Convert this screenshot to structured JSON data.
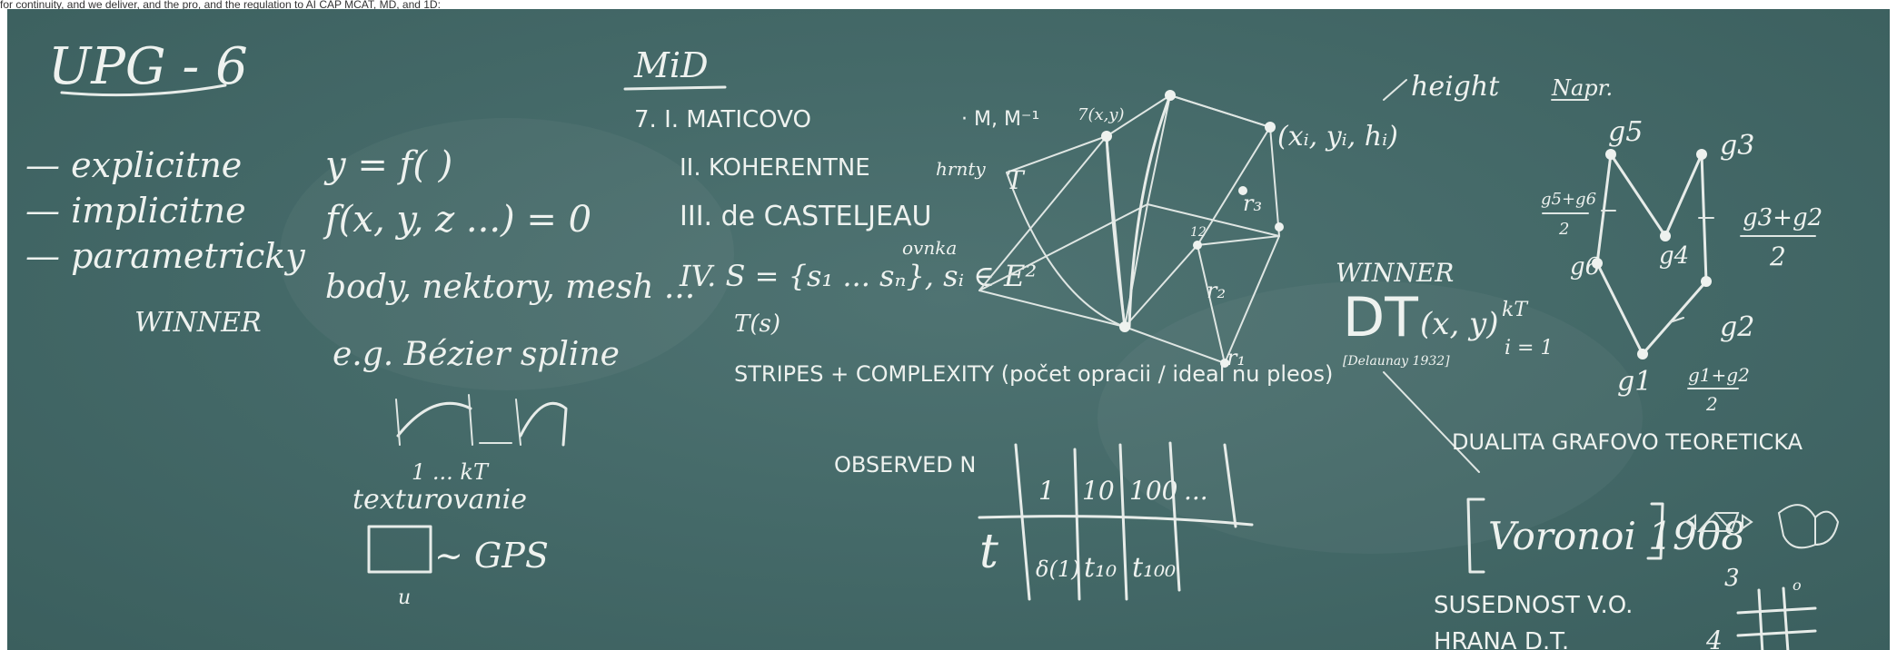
{
  "header_text": "for continuity, and we deliver, and the pro, and the regulation to AI CAP MCAT, MD, and 1D:",
  "board": {
    "title": "UPG - 6",
    "left": {
      "item1": "— explicitne",
      "item2": "— implicitne",
      "item3": "— parametricky",
      "formula1": "y = f( )",
      "formula2": "f(x, y, z ...) = 0",
      "winner": "WINNER",
      "formula3": "body, nektory, mesh ...",
      "example": "e.g. Bézier spline",
      "seq": "1  ...  kT",
      "texturing": "texturovanie",
      "gps": "~ GPS",
      "box_label": "u"
    },
    "middle": {
      "heading": "MiD",
      "row1": "7.  I. MATICOVO",
      "row1_note": "· M, M⁻¹",
      "row2": "II. KOHERENTNE",
      "row2_note": "hrnty",
      "row3": "III. de CASTELJEAU",
      "row3_note": "ovnka",
      "row4": "IV.  S = {s₁ ... sₙ}, sᵢ ∈ E²",
      "t_of_s": "T(s)",
      "stripes": "STRIPES + COMPLEXITY (počet opracii / ideal nu pleos)",
      "observed": "OBSERVED N",
      "t_label": "t",
      "table_top": [
        "1",
        "10",
        "100",
        "..."
      ],
      "table_bottom": [
        "δ(1)",
        "t₁₀",
        "t₁₀₀"
      ]
    },
    "graph": {
      "label_T": "T",
      "label_xyh": "(xᵢ, yᵢ, hᵢ)",
      "height": "height",
      "r3": "r₃",
      "r2": "r₂",
      "r1": "r₁",
      "n12": "12",
      "top_left": "7(x,y)"
    },
    "right": {
      "winner": "WINNER",
      "dt": "DT",
      "dt_args": "(x, y)",
      "kt": "kT",
      "i1": "i = 1",
      "delaunay": "[Delaunay 1932]",
      "dualita": "DUALITA GRAFOVO TEORETICKA",
      "voronoi": "Voronoi 1908",
      "susednost": "SUSEDNOST V.O.",
      "hrana": "HRANA D.T.",
      "n3": "3",
      "n4": "4",
      "napr": "Napr.",
      "g5": "g5",
      "g3": "g3",
      "g4": "g4",
      "g6": "g6",
      "g2": "g2",
      "g1": "g1",
      "frac_left_num": "g5+g6",
      "frac_left_den": "2",
      "frac_right_num": "g3+g2",
      "frac_right_den": "2",
      "frac_bottom_num": "g1+g2",
      "frac_bottom_den": "2"
    }
  }
}
